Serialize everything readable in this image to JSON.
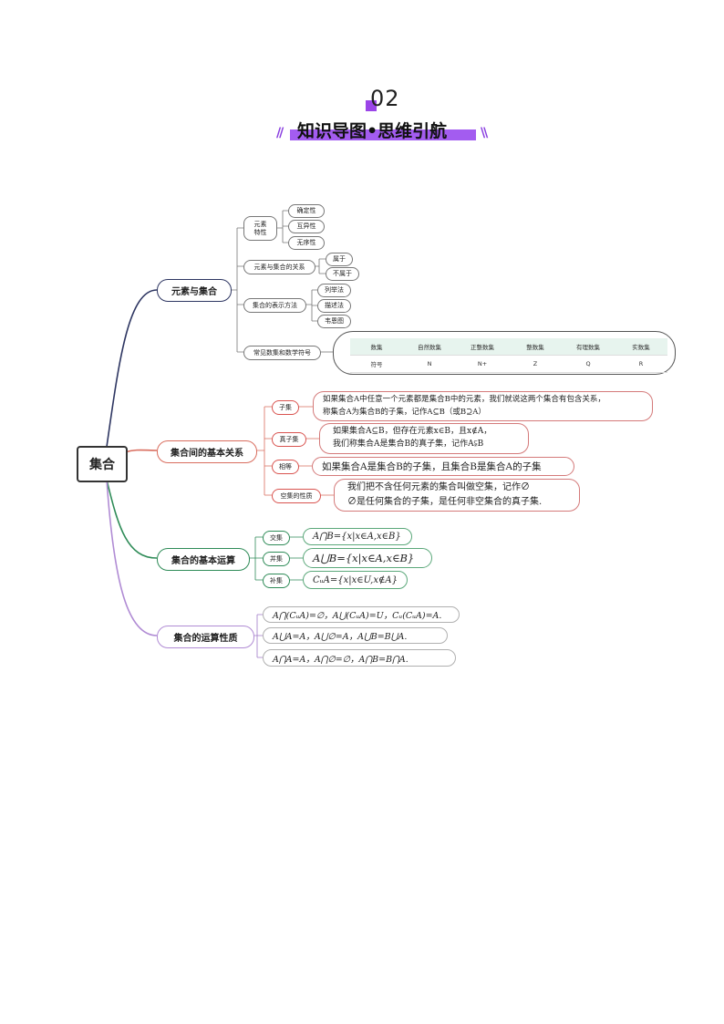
{
  "header": {
    "number": "02",
    "title": "知识导图•思维引航",
    "deco_left": "//",
    "deco_right": "\\\\"
  },
  "root": "集合",
  "branches": {
    "b1": {
      "label": "元素与集合",
      "traits": {
        "label_1": "元素",
        "label_2": "特性",
        "items": [
          "确定性",
          "互异性",
          "无序性"
        ]
      },
      "relation": {
        "label": "元素与集合的关系",
        "items": [
          "属于",
          "不属于"
        ]
      },
      "representation": {
        "label": "集合的表示方法",
        "items": [
          "列举法",
          "描述法",
          "韦恩图"
        ]
      },
      "numsets": {
        "label": "常见数集和数学符号",
        "table": {
          "header": [
            "数集",
            "自然数集",
            "正整数集",
            "整数集",
            "有理数集",
            "实数集"
          ],
          "row": [
            "符号",
            "N",
            "N+",
            "Z",
            "Q",
            "R"
          ]
        }
      }
    },
    "b2": {
      "label": "集合间的基本关系",
      "items": [
        {
          "label": "子集",
          "lines": [
            "如果集合A中任意一个元素都是集合B中的元素，我们就说这两个集合有包含关系，",
            "称集合A为集合B的子集，记作A⊆B（或B⊇A）"
          ]
        },
        {
          "label": "真子集",
          "lines": [
            "如果集合A⊆B，但存在元素x∈B，且x∉A，",
            "我们称集合A是集合B的真子集，记作A⫋B"
          ]
        },
        {
          "label": "相等",
          "lines": [
            "如果集合A是集合B的子集，且集合B是集合A的子集"
          ]
        },
        {
          "label": "空集的性质",
          "lines": [
            "我们把不含任何元素的集合叫做空集，记作∅",
            "∅是任何集合的子集，是任何非空集合的真子集."
          ]
        }
      ]
    },
    "b3": {
      "label": "集合的基本运算",
      "items": [
        {
          "label": "交集",
          "formula": "A⋂B={x|x∈A,x∈B}"
        },
        {
          "label": "并集",
          "formula": "A⋃B={x|x∈A,x∈B}"
        },
        {
          "label": "补集",
          "formula": "CᵤA={x|x∈U,x∉A}"
        }
      ]
    },
    "b4": {
      "label": "集合的运算性质",
      "items": [
        "A⋂(CᵤA)=∅，A⋃(CᵤA)=U，Cᵤ(CᵤA)=A.",
        "A⋃A=A，A⋃∅=A，A⋃B=B⋃A.",
        "A⋂A=A，A⋂∅=∅，A⋂B=B⋂A."
      ]
    }
  }
}
